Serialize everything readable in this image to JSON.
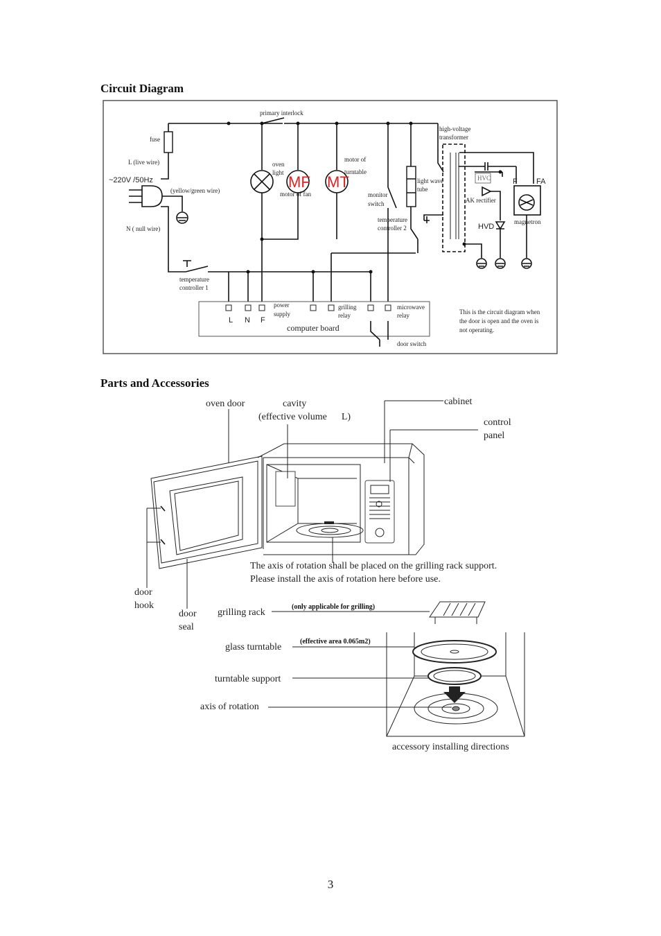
{
  "sections": {
    "circuit_title": "Circuit Diagram",
    "parts_title": "Parts and Accessories"
  },
  "circuit": {
    "primary_interlock": "primary interlock",
    "fuse": "fuse",
    "live_wire": "L (live wire)",
    "supply": "~220V /50Hz",
    "yellow_green_wire": "(yellow/green wire)",
    "null_wire": "N ( null wire)",
    "oven_light": [
      "oven",
      "light"
    ],
    "mf": "MF",
    "mt": "MT",
    "motor_of_fan": "motor of fan",
    "motor_of_turntable": [
      "motor of",
      "turntable"
    ],
    "monitor_switch": [
      "monitor",
      "switch"
    ],
    "light_wave_tube": [
      "light wave",
      "tube"
    ],
    "temp_controller_2": [
      "temperature",
      "controller 2"
    ],
    "hv_transformer": [
      "high-voltage",
      "transformer"
    ],
    "hvc": "HVC",
    "ak_rectifier": "AK rectifier",
    "hvd": "HVD",
    "f": "F",
    "fa": "FA",
    "magnetron": "magnetron",
    "temp_controller_1": [
      "temperature",
      "controller 1"
    ],
    "power_supply": [
      "power",
      "supply"
    ],
    "terminals": [
      "L",
      "N",
      "F"
    ],
    "grilling_relay": [
      "grilling",
      "relay"
    ],
    "microwave_relay": [
      "microwave",
      "relay"
    ],
    "computer_board": "computer board",
    "door_switch": "door switch",
    "note": [
      "This is the circuit diagram when",
      "the door is open and the oven is",
      "not operating."
    ]
  },
  "parts": {
    "oven_door": "oven door",
    "cavity": "cavity",
    "effective_volume": "(effective volume      L)",
    "cabinet": "cabinet",
    "control_panel": [
      "control",
      "panel"
    ],
    "axis_note": [
      "The axis of rotation shall be placed on the grilling rack support.",
      "Please install the axis of rotation here before use."
    ],
    "door_hook": [
      "door",
      "hook"
    ],
    "door_seal": [
      "door",
      "seal"
    ],
    "grilling_rack": "grilling rack",
    "grilling_note": "(only applicable for grilling)",
    "glass_turntable": "glass turntable",
    "glass_note": "(effective area 0.065m2)",
    "turntable_support": "turntable support",
    "axis_of_rotation": "axis of rotation",
    "installing_directions": "accessory installing directions"
  },
  "page_number": "3"
}
